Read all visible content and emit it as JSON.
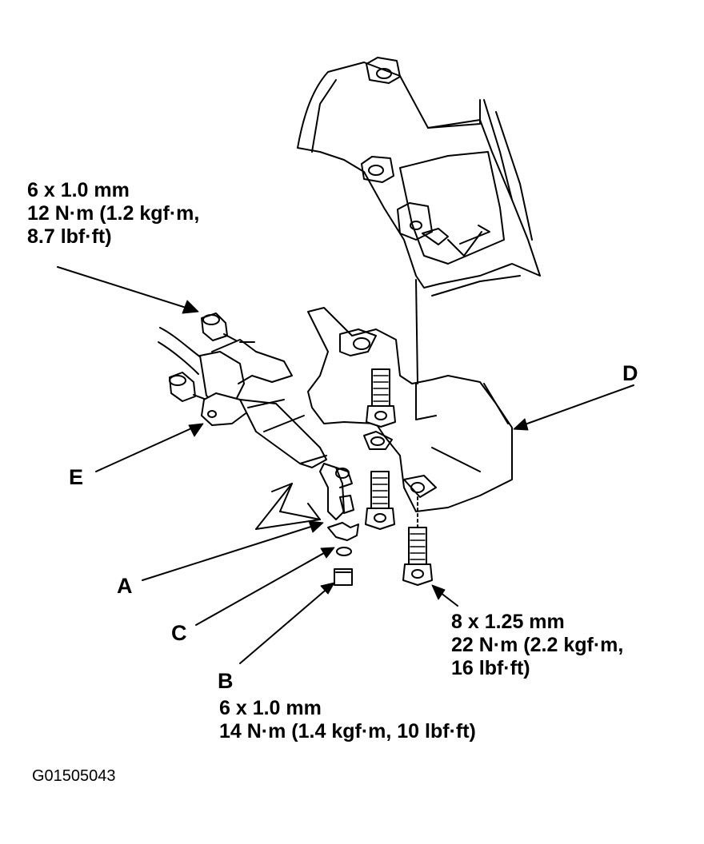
{
  "callouts": {
    "top_left": {
      "line1": "6 x 1.0 mm",
      "line2": "12 N·m (1.2 kgf·m,",
      "line3": "8.7 lbf·ft)"
    },
    "bottom_right": {
      "line1": "8 x 1.25 mm",
      "line2": "22 N·m (2.2 kgf·m,",
      "line3": "16 lbf·ft)"
    },
    "bottom_center": {
      "line1": "6 x 1.0 mm",
      "line2": "14 N·m (1.4 kgf·m, 10 lbf·ft)"
    }
  },
  "letters": {
    "A": "A",
    "B": "B",
    "C": "C",
    "D": "D",
    "E": "E"
  },
  "figure_code": "G01505043"
}
